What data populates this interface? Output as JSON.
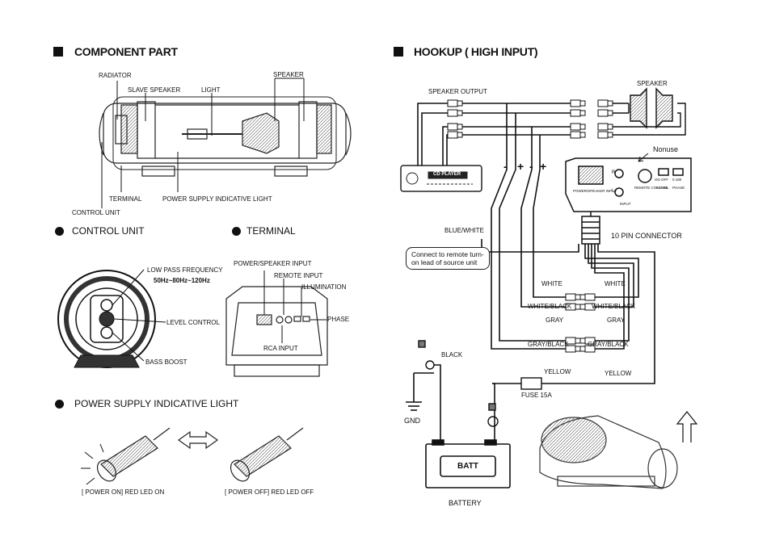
{
  "component_part": {
    "title": "COMPONENT PART",
    "labels": {
      "radiator": "RADIATOR",
      "slave_speaker": "SLAVE SPEAKER",
      "light": "LIGHT",
      "speaker": "SPEAKER",
      "terminal": "TERMINAL",
      "power_supply_light": "POWER SUPPLY INDICATIVE LIGHT",
      "control_unit": "CONTROL UNIT"
    },
    "control_unit": {
      "title": "CONTROL UNIT",
      "low_pass": "LOW PASS FREQUENCY",
      "freq_range": "50Hz~80Hz~120Hz",
      "level_control": "LEVEL CONTROL",
      "bass_boost": "BASS BOOST"
    },
    "terminal": {
      "title": "TERMINAL",
      "power_speaker_input": "POWER/SPEAKER INPUT",
      "remote_input": "REMOTE INPUT",
      "illumination": "ILLUMINATION",
      "phase": "PHASE",
      "rca_input": "RCA INPUT"
    },
    "power_light": {
      "title": "POWER SUPPLY INDICATIVE LIGHT",
      "on_caption": "[ POWER ON]   RED LED ON",
      "off_caption": "[ POWER OFF]   RED LED OFF"
    }
  },
  "hookup": {
    "title": "HOOKUP ( HIGH INPUT)",
    "speaker_output": "SPEAKER  OUTPUT",
    "speaker": "SPEAKER",
    "cd_player": "CD PLAYER",
    "nonuse": "Nonuse",
    "polarity": [
      "-",
      "+",
      "-",
      "+"
    ],
    "blue_white": "BLUE/WHITE",
    "callout": "Connect to remote turn-on lead of source unit",
    "ten_pin": "10  PIN  CONNECTOR",
    "white": "WHITE",
    "white_black": "WHITE/BLACK",
    "gray": "GRAY",
    "gray_black": "GRAY/BLACK",
    "black": "BLACK",
    "yellow": "YELLOW",
    "fuse": "FUSE   15A",
    "gnd": "GND",
    "batt": "BATT",
    "battery": "BATTERY",
    "panel": {
      "power_speaker_input": "POWER/SPEAKER INPUT",
      "input": "INPUT",
      "remote_control": "REMOTE CONTROL",
      "illum": "ILLUMI.",
      "phase": "PHASE",
      "on_off": "ON OFF",
      "phase_vals": "0  180",
      "r": "R",
      "l": "L"
    }
  }
}
